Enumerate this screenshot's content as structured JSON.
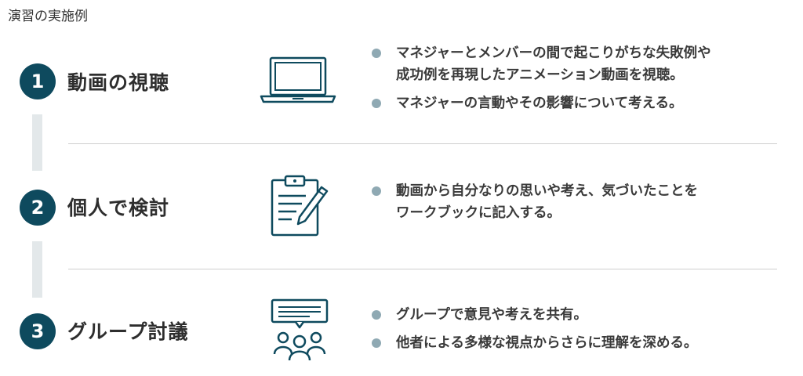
{
  "heading": "演習の実施例",
  "colors": {
    "accent": "#0e4a5e",
    "bullet": "#8fa9b3",
    "connector": "#e3e8ea",
    "divider": "#cfcfcf"
  },
  "steps": [
    {
      "number": "1",
      "title": "動画の視聴",
      "icon": "laptop-icon",
      "bullets": [
        [
          "マネジャーとメンバーの間で起こりがちな失敗例や",
          "成功例を再現したアニメーション動画を視聴。"
        ],
        [
          "マネジャーの言動やその影響について考える。"
        ]
      ]
    },
    {
      "number": "2",
      "title": "個人で検討",
      "icon": "clipboard-pencil-icon",
      "bullets": [
        [
          "動画から自分なりの思いや考え、気づいたことを",
          "ワークブックに記入する。"
        ]
      ]
    },
    {
      "number": "3",
      "title": "グループ討議",
      "icon": "group-discussion-icon",
      "bullets": [
        [
          "グループで意見や考えを共有。"
        ],
        [
          "他者による多様な視点からさらに理解を深める。"
        ]
      ]
    }
  ]
}
